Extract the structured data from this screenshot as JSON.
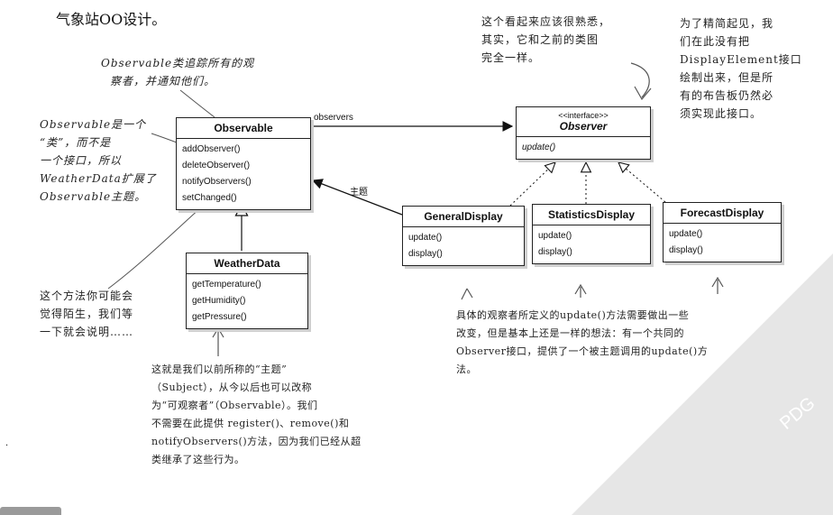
{
  "title": "气象站OO设计。",
  "notes": {
    "observable_tracks": [
      "Observable类追踪所有的观",
      "察者，并通知他们。"
    ],
    "observable_is_class": [
      "Observable是一个",
      "“类”，而不是",
      "一个接口，所以",
      "WeatherData扩展了",
      "Observable主题。"
    ],
    "familiar": [
      "这个看起来应该很熟悉，",
      "其实，它和之前的类图",
      "完全一样。"
    ],
    "display_element": [
      "为了精简起见，我",
      "们在此没有把",
      "DisplayElement接口",
      "绘制出来，但是所",
      "有的布告板仍然必",
      "须实现此接口。"
    ],
    "method_strange": [
      "这个方法你可能会",
      "觉得陌生，我们等",
      "一下就会说明……"
    ],
    "update_method": [
      "具体的观察者所定义的update()方法需要做出一些",
      "改变，但是基本上还是一样的想法：有一个共同的",
      "Observer接口，提供了一个被主题调用的update()方",
      "法。"
    ],
    "subject": [
      "这就是我们以前所称的“主题”",
      "（Subject），从今以后也可以改称",
      "为“可观察者”（Observable）。我们",
      "不需要在此提供 register()、remove()和",
      "notifyObservers()方法，因为我们已经从超",
      "类继承了这些行为。"
    ]
  },
  "classes": {
    "observable": {
      "name": "Observable",
      "methods": [
        "addObserver()",
        "deleteObserver()",
        "notifyObservers()",
        "setChanged()"
      ]
    },
    "observer": {
      "stereotype": "<<interface>>",
      "name": "Observer",
      "methods": [
        "update()"
      ]
    },
    "weatherdata": {
      "name": "WeatherData",
      "methods": [
        "getTemperature()",
        "getHumidity()",
        "getPressure()"
      ]
    },
    "general": {
      "name": "GeneralDisplay",
      "methods": [
        "update()",
        "display()"
      ]
    },
    "statistics": {
      "name": "StatisticsDisplay",
      "methods": [
        "update()",
        "display()"
      ]
    },
    "forecast": {
      "name": "ForecastDisplay",
      "methods": [
        "update()",
        "display()"
      ]
    }
  },
  "associations": {
    "observers": "observers",
    "subject": "主题"
  },
  "watermark": "PDG"
}
